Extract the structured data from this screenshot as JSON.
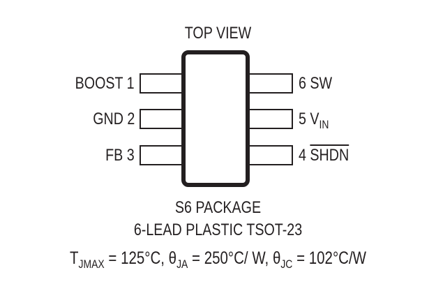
{
  "title": "TOP VIEW",
  "package": {
    "name": "S6 PACKAGE",
    "description": "6-LEAD PLASTIC TSOT-23"
  },
  "pins": {
    "left": [
      {
        "number": "1",
        "name": "BOOST",
        "label": "BOOST 1"
      },
      {
        "number": "2",
        "name": "GND",
        "label": "GND 2"
      },
      {
        "number": "3",
        "name": "FB",
        "label": "FB 3"
      }
    ],
    "right": [
      {
        "number": "6",
        "name": "SW",
        "label": "6 SW"
      },
      {
        "number": "5",
        "name": "VIN",
        "prefix": "5 V",
        "sub": "IN"
      },
      {
        "number": "4",
        "name": "SHDN",
        "prefix": "4 ",
        "overline": "SHDN"
      }
    ]
  },
  "thermal": {
    "tjmax_sym": "T",
    "tjmax_sub": "JMAX",
    "tjmax_val": " = 125°C, ",
    "theta_ja_sym": "θ",
    "theta_ja_sub": "JA",
    "theta_ja_val": " = 250°C/ W, ",
    "theta_jc_sym": "θ",
    "theta_jc_sub": "JC",
    "theta_jc_val": " = 102°C/W"
  },
  "colors": {
    "ink": "#231f20",
    "background": "#ffffff"
  }
}
